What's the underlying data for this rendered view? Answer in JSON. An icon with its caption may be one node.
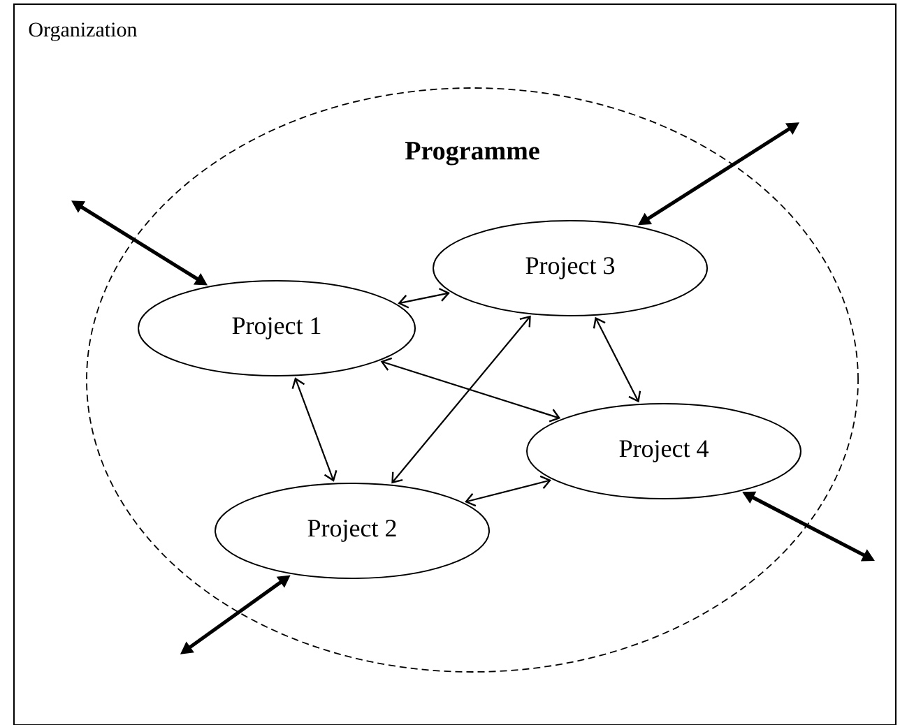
{
  "diagram": {
    "nodes": [
      {
        "text": [
          "Organization"
        ]
      },
      {
        "text": [
          "Programme"
        ],
        "in": 0
      },
      {
        "text": [
          "Project 1"
        ],
        "in": 1
      },
      {
        "text": [
          "Project 2"
        ],
        "in": 1
      },
      {
        "text": [
          "Project 3"
        ],
        "in": 1
      },
      {
        "text": [
          "Project 4"
        ],
        "in": 1
      }
    ],
    "edges": [
      {
        "from": 2,
        "to": 4,
        "arrow": "both"
      },
      {
        "from": 2,
        "to": 5,
        "arrow": "both"
      },
      {
        "from": 2,
        "to": 3,
        "arrow": "both"
      },
      {
        "from": 3,
        "to": 4,
        "arrow": "both"
      },
      {
        "from": 4,
        "to": 5,
        "arrow": "both"
      },
      {
        "from": 3,
        "to": 5,
        "arrow": "both"
      },
      {
        "from": null,
        "to": 2,
        "arrow": "both",
        "style": "thick"
      },
      {
        "from": null,
        "to": 4,
        "arrow": "both",
        "style": "thick"
      },
      {
        "from": null,
        "to": 3,
        "arrow": "both",
        "style": "thick"
      },
      {
        "from": null,
        "to": 5,
        "arrow": "both",
        "style": "thick"
      }
    ]
  }
}
